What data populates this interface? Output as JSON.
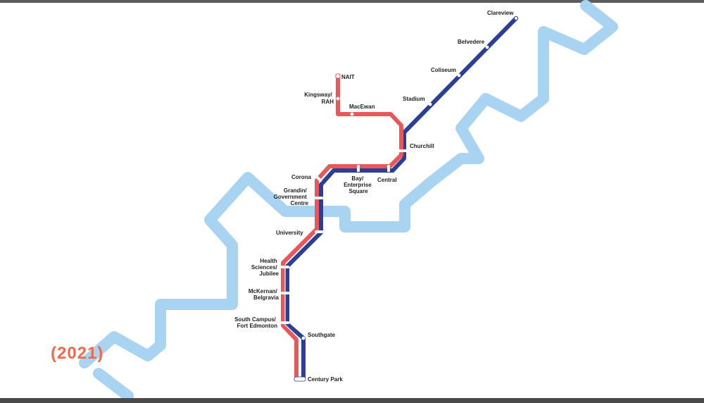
{
  "map": {
    "year_label": "(2021)",
    "colors": {
      "river": "#a9d4f1",
      "capital_line": "#2b3f94",
      "metro_line": "#e8585a",
      "station_fill": "#ffffff",
      "year_text": "#ef6a4a"
    },
    "lines": [
      {
        "id": "capital",
        "color": "#2b3f94"
      },
      {
        "id": "metro",
        "color": "#e8585a"
      }
    ],
    "stations": {
      "clareview": [
        "Clareview"
      ],
      "belvedere": [
        "Belvedere"
      ],
      "coliseum": [
        "Coliseum"
      ],
      "stadium": [
        "Stadium"
      ],
      "nait": [
        "NAIT"
      ],
      "kingsway": [
        "Kingsway/",
        "RAH"
      ],
      "macewan": [
        "MacEwan"
      ],
      "churchill": [
        "Churchill"
      ],
      "central": [
        "Central"
      ],
      "bay": [
        "Bay/",
        "Enterprise",
        "Square"
      ],
      "corona": [
        "Corona"
      ],
      "grandin": [
        "Grandin/",
        "Government",
        "Centre"
      ],
      "university": [
        "University"
      ],
      "health": [
        "Health",
        "Sciences/",
        "Jubilee"
      ],
      "mckernan": [
        "McKernan/",
        "Belgravia"
      ],
      "southcampus": [
        "South Campus/",
        "Fort Edmonton"
      ],
      "southgate": [
        "Southgate"
      ],
      "centurypark": [
        "Century Park"
      ]
    }
  }
}
